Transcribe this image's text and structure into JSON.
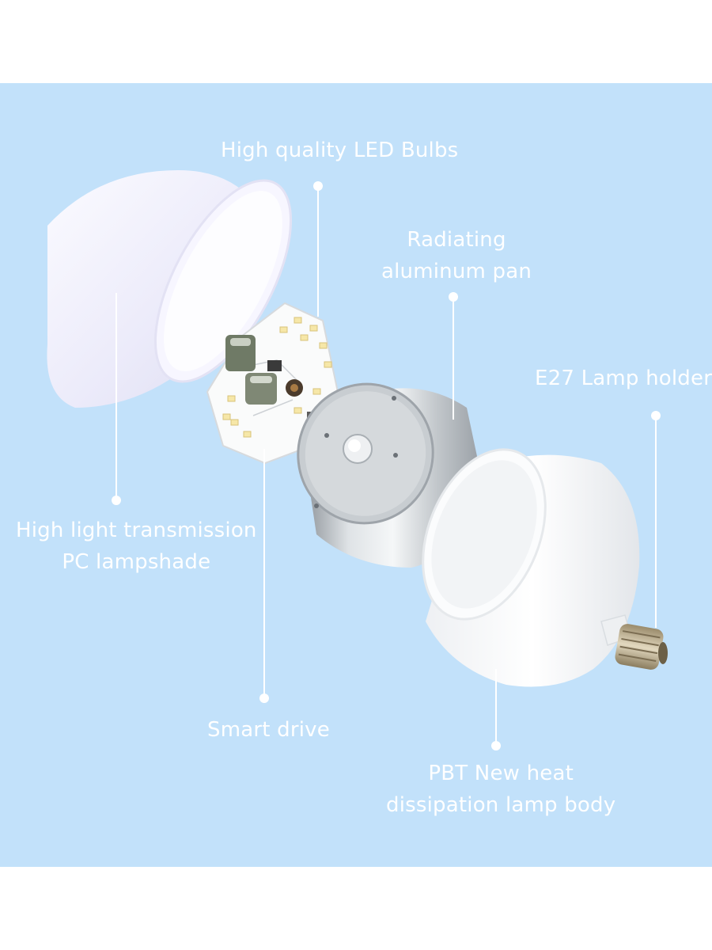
{
  "labels": {
    "led_bulbs": "High quality LED Bulbs",
    "aluminum_pan": [
      "Radiating",
      "aluminum pan"
    ],
    "lamp_holder": "E27 Lamp holder",
    "lampshade": [
      "High light transmission",
      "PC lampshade"
    ],
    "smart_drive": "Smart drive",
    "lamp_body": [
      "PBT New heat",
      "dissipation lamp body"
    ]
  },
  "colors": {
    "panel_background": "#c2e1fa",
    "page_background": "#ffffff",
    "label_text": "#ffffff"
  }
}
